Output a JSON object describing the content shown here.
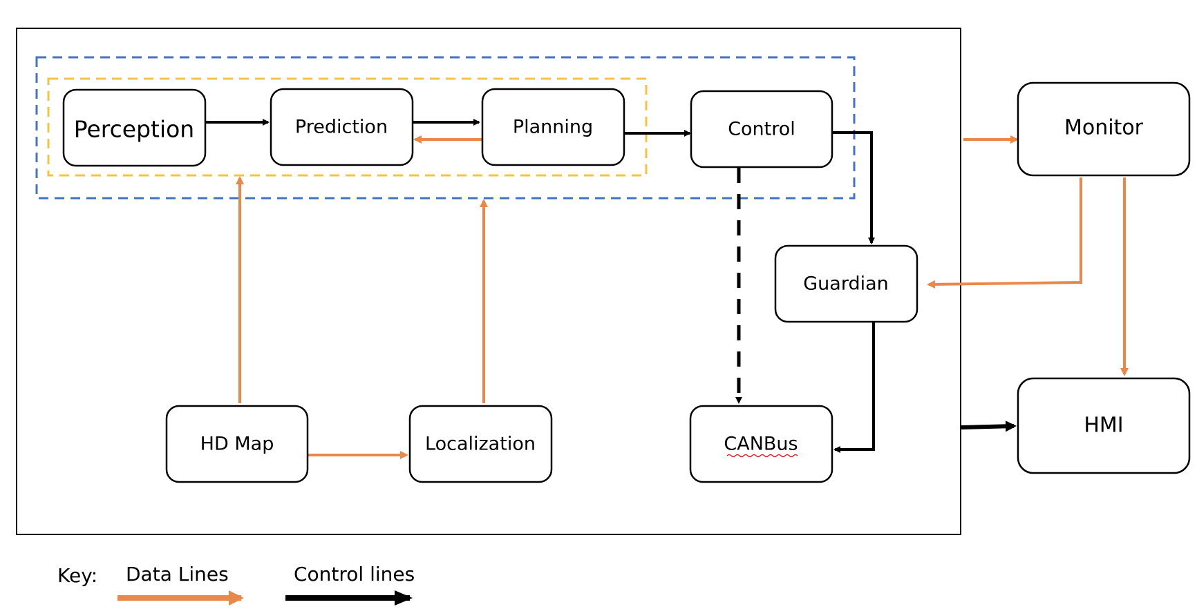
{
  "colors": {
    "data_line": "#E8884A",
    "control_line": "#000000",
    "outer_group": "#4472C4",
    "inner_group": "#F5C342"
  },
  "nodes": {
    "perception": "Perception",
    "prediction": "Prediction",
    "planning": "Planning",
    "control": "Control",
    "guardian": "Guardian",
    "hd_map": "HD Map",
    "localization": "Localization",
    "canbus": "CANBus",
    "monitor": "Monitor",
    "hmi": "HMI"
  },
  "key": {
    "title": "Key:",
    "data_lines": "Data Lines",
    "control_lines": "Control lines"
  }
}
